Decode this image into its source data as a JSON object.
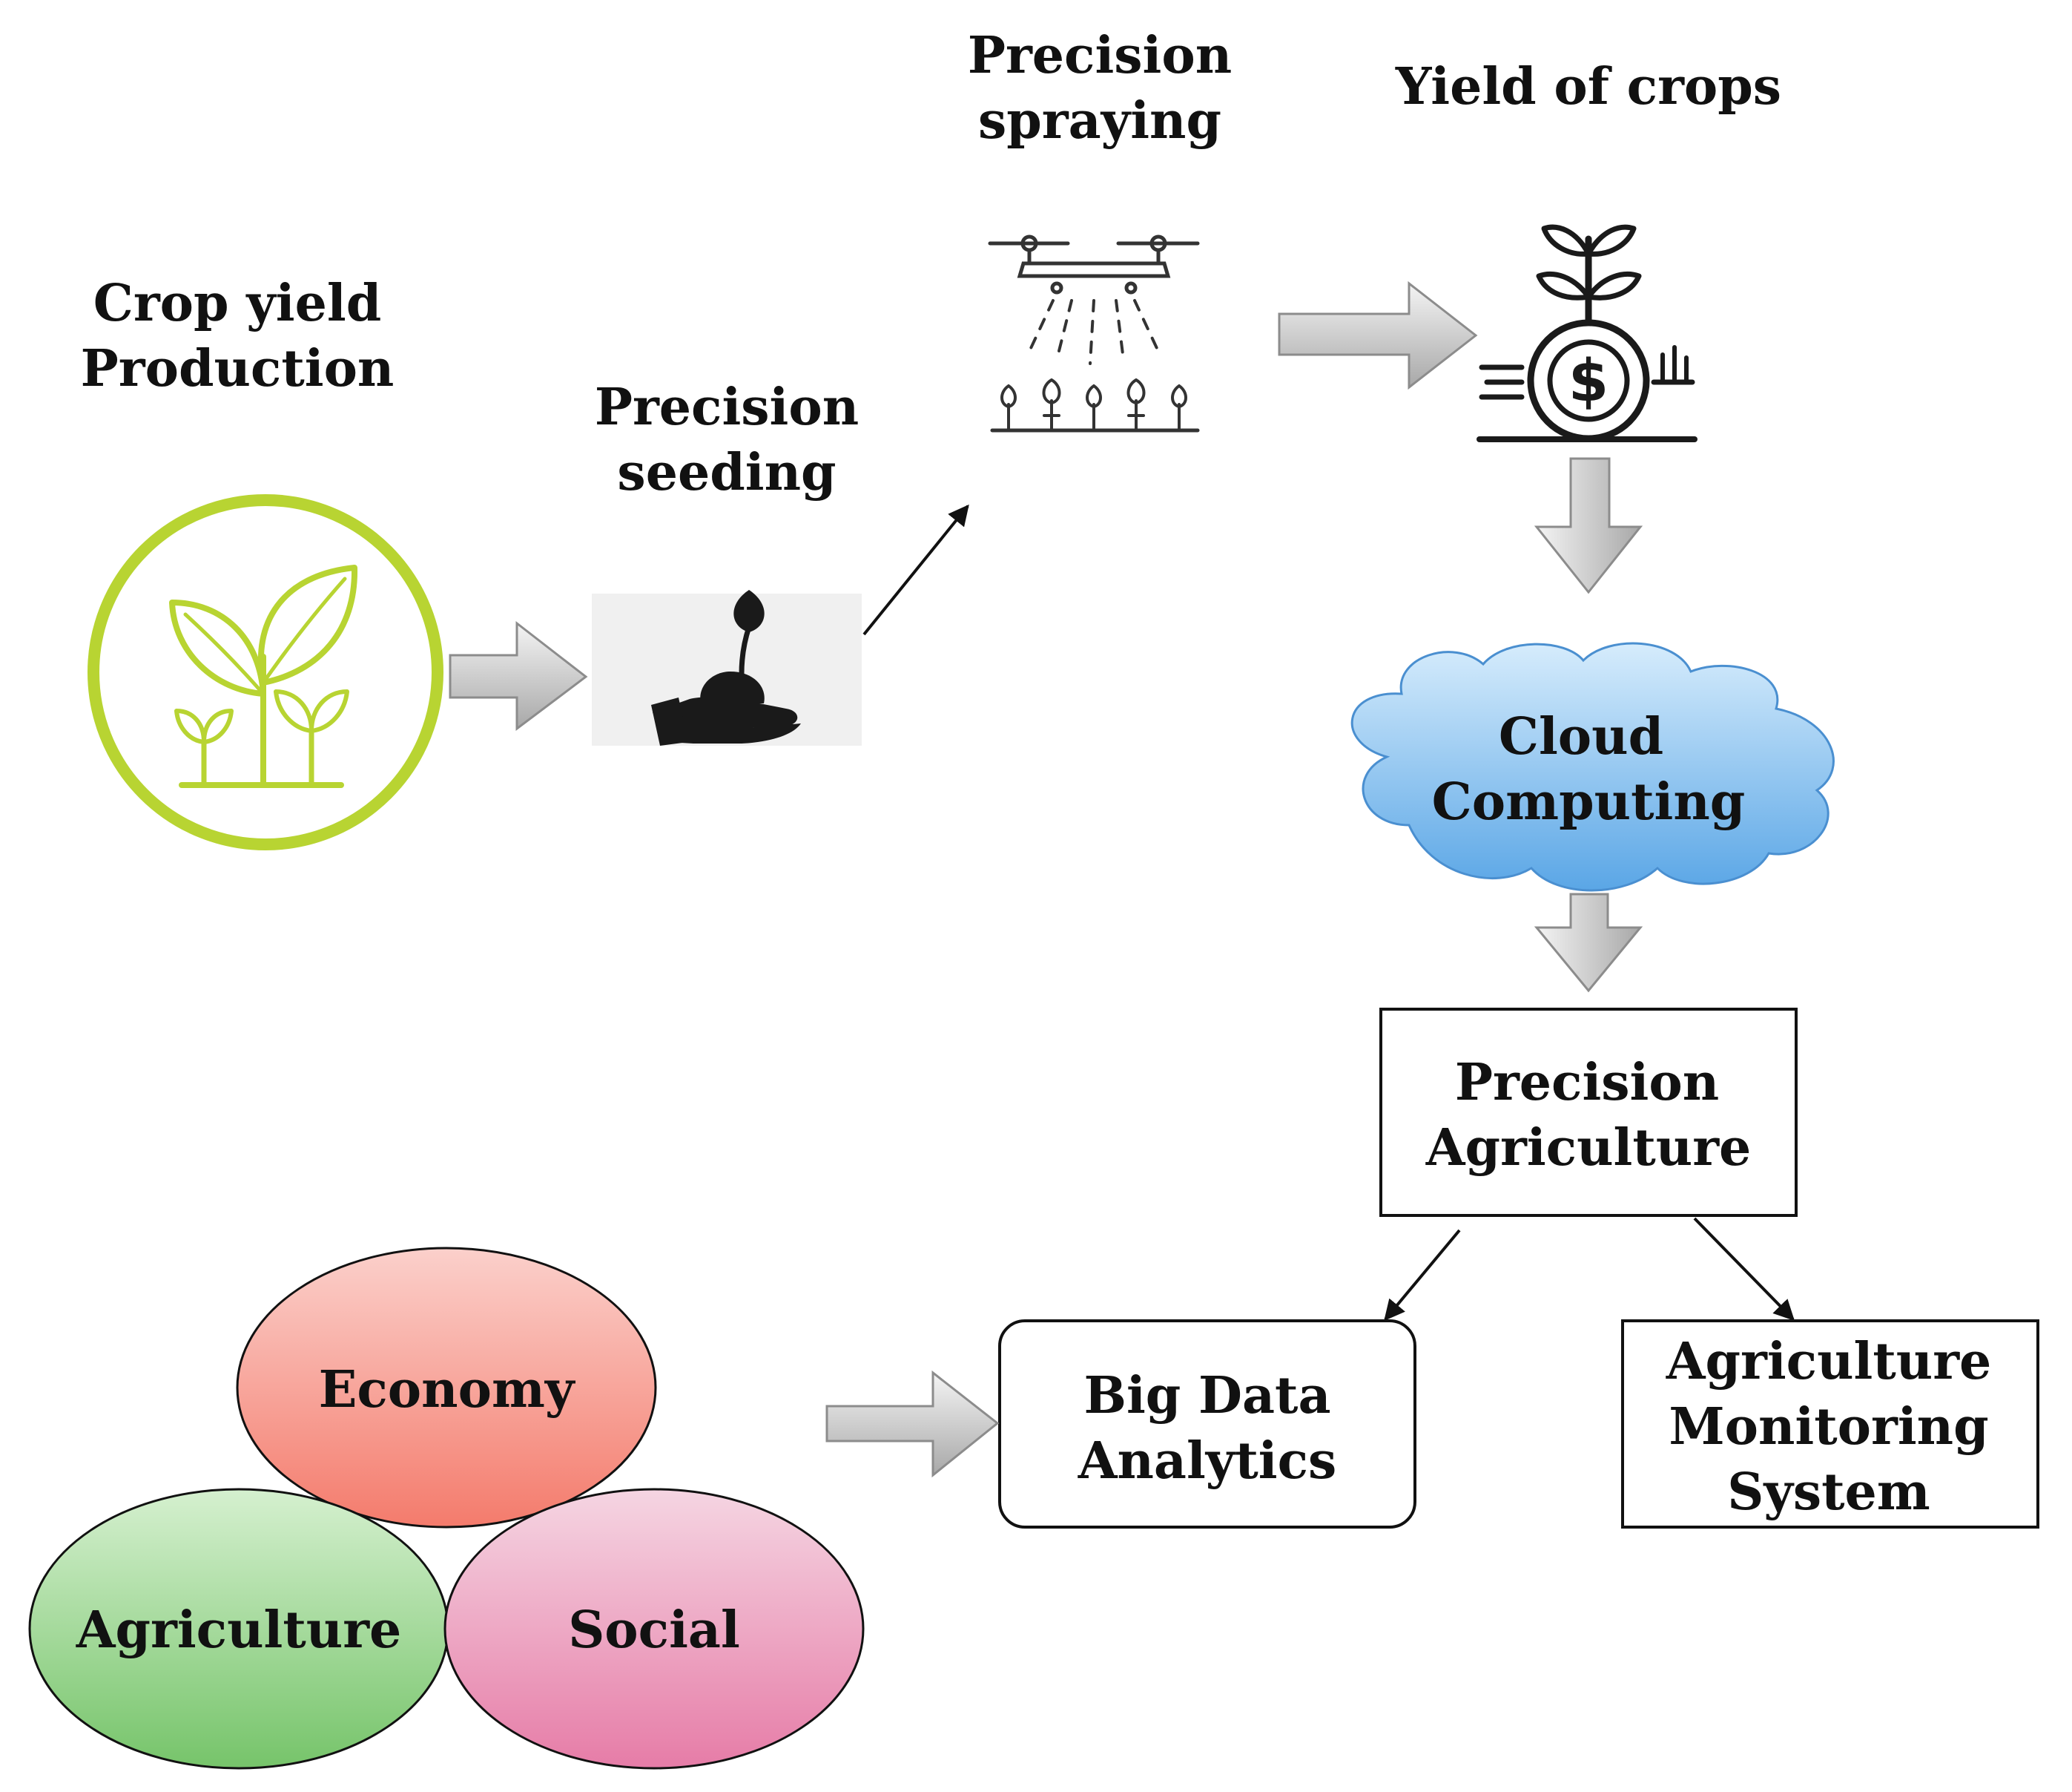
{
  "labels": {
    "crop_yield_line1": "Crop yield",
    "crop_yield_line2": "Production",
    "seeding_line1": "Precision",
    "seeding_line2": "seeding",
    "spraying_line1": "Precision",
    "spraying_line2": "spraying",
    "yield_of_crops": "Yield of crops",
    "cloud_line1": "Cloud",
    "cloud_line2": "Computing",
    "precision_ag_line1": "Precision",
    "precision_ag_line2": "Agriculture",
    "big_data_line1": "Big Data",
    "big_data_line2": "Analytics",
    "monitoring_line1": "Agriculture",
    "monitoring_line2": "Monitoring",
    "monitoring_line3": "System",
    "economy": "Economy",
    "agriculture": "Agriculture",
    "social": "Social"
  },
  "icons": {
    "crop": "plant-sprouts-icon",
    "seeding": "hand-seedling-icon",
    "spraying": "spraying-drone-icon",
    "yield": "dollar-coin-plant-icon"
  },
  "colors": {
    "crop_ring": "#b8d432",
    "cloud_top": "#d6ecfc",
    "cloud_bottom": "#5aa6e6",
    "economy_top": "#fbd0cb",
    "economy_bottom": "#f47b6c",
    "agriculture_top": "#d5f0cf",
    "agriculture_bottom": "#76c46a",
    "social_top": "#f5d5e2",
    "social_bottom": "#e67ca7",
    "block_arrow_light": "#f2f2f2",
    "block_arrow_dark": "#a9a9a9"
  }
}
